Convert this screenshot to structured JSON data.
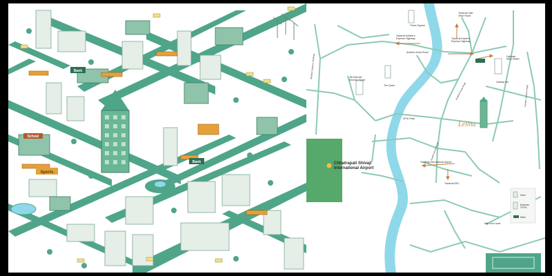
{
  "colors": {
    "road": "#4fa58a",
    "road_line": "#ffffff",
    "building": "#e5eee7",
    "building_shade": "#9fc7b4",
    "accent_orange": "#c98a3a",
    "airport_green": "#56a86b",
    "river": "#8fd8ea",
    "map_road": "#8ccab0"
  },
  "illustration": {
    "signs": {
      "bank_left": "Bank",
      "bank_centre": "Bank",
      "sports": "Sports",
      "school": "School"
    }
  },
  "map": {
    "labels": {
      "times_square": "Times Square",
      "towards_saki_vihar": "Towards Saki\nVihar Road",
      "towards_western_express": "Towards Western\nExpress Highway",
      "towards_eastern_express": "Towards Eastern\nExpress Highway",
      "andheri_kurla_road_top": "Andheri-Kurla Road",
      "sakinaka_metro": "Sakinaka\nMetro Station",
      "western_express_highway": "Western Express Highway",
      "jw_marriott": "JW Marriott\nMumbai Sahar",
      "the_qube": "The Qube",
      "holiday_inn": "Holiday Inn",
      "andheri_kurla_road_mid": "Andheri-Kurla Road",
      "mtnl_road": "MTNL Road",
      "kamani_junction": "Kamani Junction Road",
      "andheri_kurla_road_low": "Andheri-Kurla Road",
      "airport_name": "Chhatrapati Shivaji\nInternational Airport",
      "towards_international_airport": "Towards International Airport",
      "towards_bkc": "Towards BKC",
      "brand": "Lelina",
      "map_not_to_scale": "Map not to scale"
    },
    "legend": [
      {
        "label": "Hotel"
      },
      {
        "label": "Business\nCentre"
      },
      {
        "label": "Metro"
      }
    ]
  }
}
